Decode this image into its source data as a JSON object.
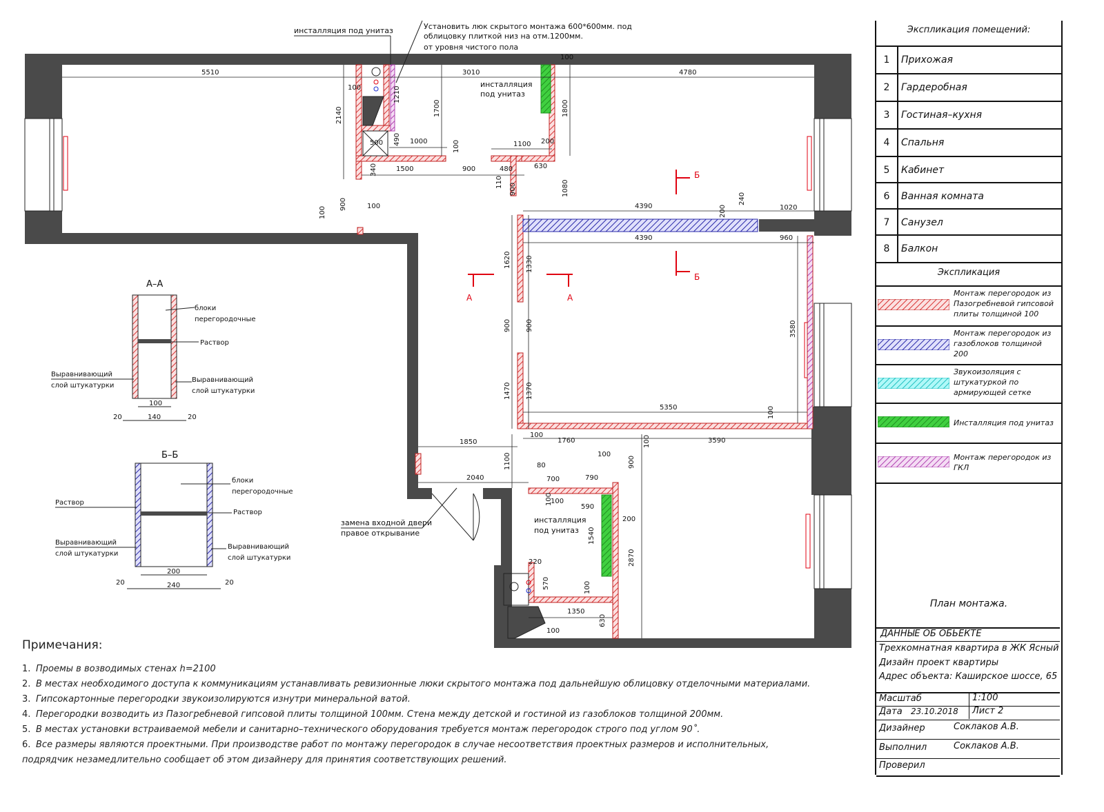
{
  "room_legend": {
    "title": "Экспликация помещений:",
    "rooms": [
      {
        "num": "1",
        "name": "Прихожая"
      },
      {
        "num": "2",
        "name": "Гардеробная"
      },
      {
        "num": "3",
        "name": "Гостиная–кухня"
      },
      {
        "num": "4",
        "name": "Спальня"
      },
      {
        "num": "5",
        "name": "Кабинет"
      },
      {
        "num": "6",
        "name": "Ванная комната"
      },
      {
        "num": "7",
        "name": "Санузел"
      },
      {
        "num": "8",
        "name": "Балкон"
      }
    ]
  },
  "material_legend": {
    "title": "Экспликация",
    "items": [
      {
        "label": "Монтаж перегородок из Пазогребневой гипсовой плиты толщиной 100",
        "color": "#f08080",
        "stripe": "#d02020"
      },
      {
        "label": "Монтаж перегородок из газоблоков толщиной 200",
        "color": "#8080e0",
        "stripe": "#2020a0"
      },
      {
        "label": "Звукоизоляция с штукатуркой по армирующей сетке",
        "color": "#80f0f0",
        "stripe": "#20c0c0"
      },
      {
        "label": "Инсталляция под унитаз",
        "color": "#40d040",
        "stripe": "#209020"
      },
      {
        "label": "Монтаж перегородок из ГКЛ",
        "color": "#e0a0e0",
        "stripe": "#b040b0"
      }
    ]
  },
  "sheet": {
    "plan_title": "План монтажа.",
    "object_header": "ДАННЫЕ ОБ ОБЬЕКТЕ",
    "object_line1": "Трехкомнатная квартира в ЖК Ясный",
    "object_line2": "Дизайн проект квартиры",
    "object_line3": "Адрес объекта: Каширское шоссе, 65",
    "scale_label": "Масштаб",
    "scale_value": "1:100",
    "date_label": "Дата",
    "date_value": "23.10.2018",
    "sheet_label": "Лист 2",
    "designer_label": "Дизайнер",
    "designer_value": "Соклаков А.В.",
    "performer_label": "Выполнил",
    "performer_value": "Соклаков А.В.",
    "checker_label": "Проверил"
  },
  "notes": {
    "title": "Примечания:",
    "items": [
      {
        "n": "1.",
        "text": "Проемы в возводимых стенах h=2100"
      },
      {
        "n": "2.",
        "text": "В местах необходимого доступа к коммуникациям устанавливать ревизионные люки скрытого монтажа под дальнейшую облицовку отделочными материалами."
      },
      {
        "n": "3.",
        "text": "Гипсокартонные перегородки звукоизолируются   изнутри минеральной ватой."
      },
      {
        "n": "4.",
        "text": "Перегородки возводить из Пазогребневой гипсовой плиты толщиной 100мм. Стена между детской и гостиной из газоблоков толщиной 200мм."
      },
      {
        "n": "5.",
        "text": "В местах установки встраиваемой мебели и санитарно–технического оборудования требуется монтаж перегородок строго под углом 90˚."
      },
      {
        "n": "6.",
        "text": "Все размеры являются проектными. При производстве работ по монтажу перегородок в случае несоответствия проектных размеров и исполнительных,",
        "cont": "подрядчик незамедлительно сообщает об этом дизайнеру для принятия соответствующих решений."
      }
    ]
  },
  "annotations": {
    "toilet_install_top_left": "инсталляция под унитаз",
    "hatch_line1": "Установить люк скрытого монтажа  600*600мм. под",
    "hatch_line2": "облицовку плиткой низ на отм.1200мм.",
    "hatch_line3": "от уровня чистого пола",
    "toilet_install_mid_1": "инсталляция",
    "toilet_install_mid_2": "под унитаз",
    "toilet_install_low_1": "инсталляция",
    "toilet_install_low_2": "под унитаз",
    "door_line1": "замена входной двери",
    "door_line2": "правое открывание",
    "section_a": "А",
    "section_b": "Б"
  },
  "dimensions": [
    "5510",
    "3010",
    "4780",
    "100",
    "2140",
    "1700",
    "1210",
    "100",
    "1800",
    "500",
    "490",
    "1000",
    "100",
    "1100",
    "200",
    "340",
    "1500",
    "900",
    "480",
    "630",
    "110",
    "900",
    "1080",
    "900",
    "100",
    "100",
    "4390",
    "200",
    "240",
    "1020",
    "4390",
    "960",
    "1620",
    "1330",
    "900",
    "900",
    "3580",
    "1470",
    "1370",
    "5350",
    "100",
    "100",
    "1760",
    "100",
    "3590",
    "1850",
    "1100",
    "100",
    "900",
    "100",
    "80",
    "700",
    "790",
    "2040",
    "100",
    "590",
    "200",
    "1540",
    "2870",
    "220",
    "570",
    "100",
    "1350",
    "630",
    "100"
  ],
  "section_aa": {
    "title": "А–А",
    "blocks": "блоки",
    "blocks2": "перегородочные",
    "mortar": "Раствор",
    "level1": "Выравнивающий",
    "level2": "слой штукатурки",
    "dim_inner": "100",
    "dim_outer": "140",
    "dim_side": "20"
  },
  "section_bb": {
    "title": "Б–Б",
    "blocks": "блоки",
    "blocks2": "перегородочные",
    "mortar": "Раствор",
    "level1": "Выравнивающий",
    "level2": "слой штукатурки",
    "dim_inner": "200",
    "dim_outer": "240",
    "dim_side": "20"
  },
  "colors": {
    "wall": "#4a4a4a",
    "red_partition": "#e04040",
    "blue_partition": "#3030b0",
    "green_install": "#30c030",
    "marker": "#e00010"
  }
}
